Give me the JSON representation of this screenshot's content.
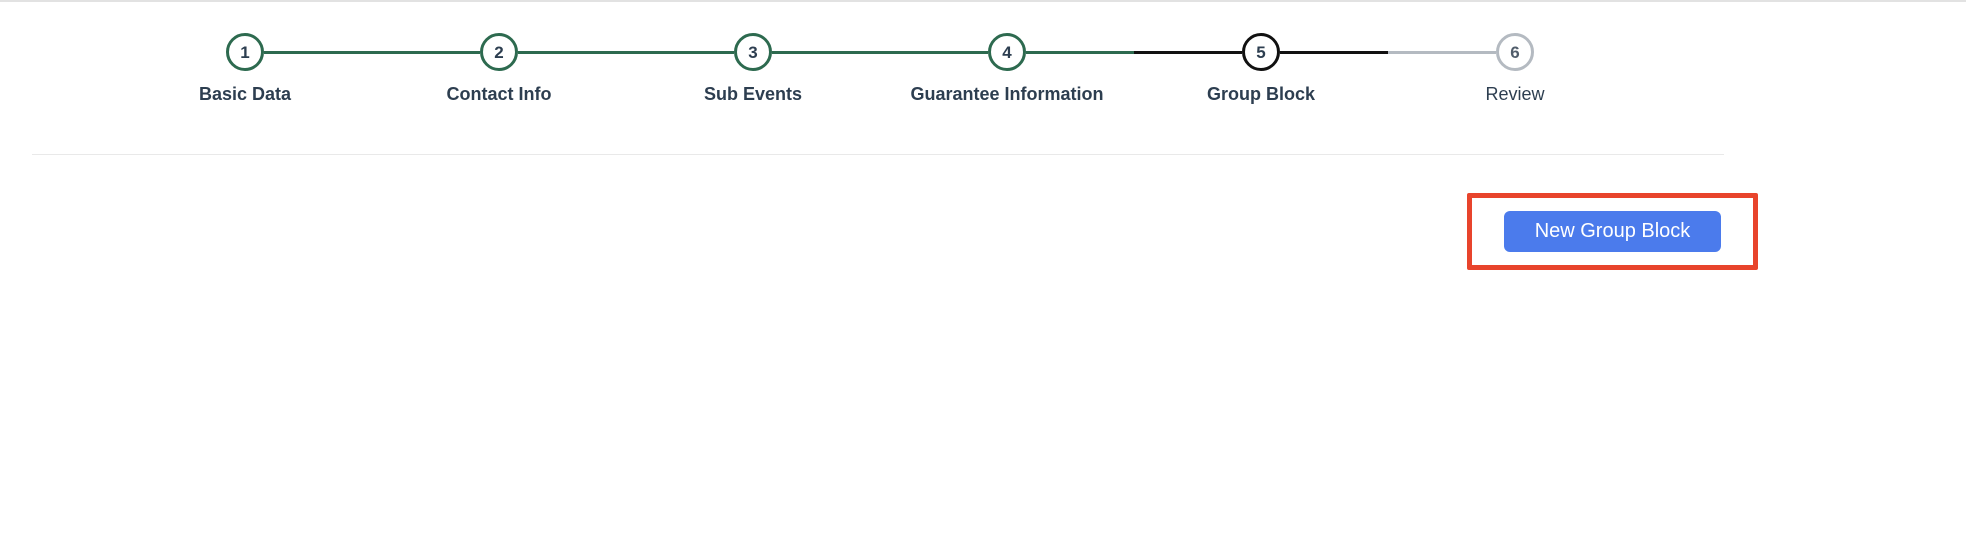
{
  "stepper": {
    "steps": [
      {
        "number": "1",
        "label": "Basic Data",
        "state": "completed"
      },
      {
        "number": "2",
        "label": "Contact Info",
        "state": "completed"
      },
      {
        "number": "3",
        "label": "Sub Events",
        "state": "completed"
      },
      {
        "number": "4",
        "label": "Guarantee Information",
        "state": "completed"
      },
      {
        "number": "5",
        "label": "Group Block",
        "state": "active"
      },
      {
        "number": "6",
        "label": "Review",
        "state": "upcoming"
      }
    ],
    "state_colors": {
      "completed": "#2d6a4f",
      "active": "#111111",
      "upcoming": "#b4bac1"
    },
    "number_color": "#2d3e50",
    "upcoming_number_color": "#515d6b",
    "label_color": "#2d3e50"
  },
  "toolbar": {
    "new_group_block_label": "New Group Block",
    "button_color": "#4b7bec",
    "button_text_color": "#ffffff",
    "highlight_color": "#e8442c"
  }
}
